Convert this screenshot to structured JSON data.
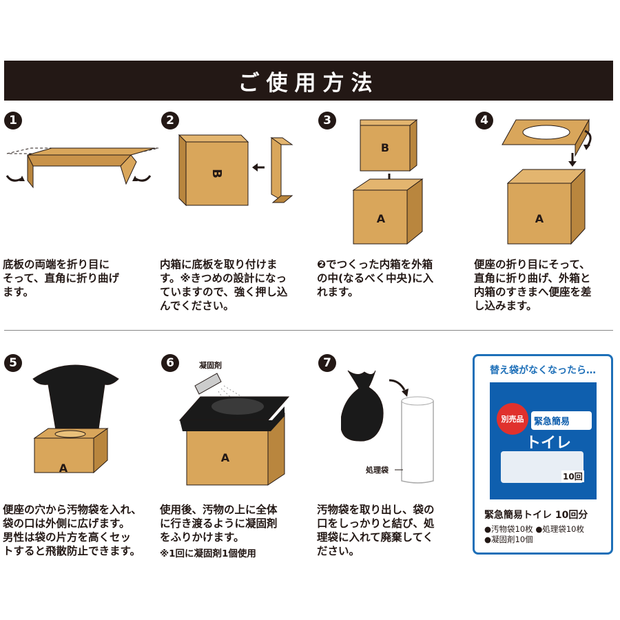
{
  "title": "ご使用方法",
  "steps": [
    {
      "num": "1",
      "text": "底板の両端を折り目に\nそって、直角に折り曲げ\nます。"
    },
    {
      "num": "2",
      "text": "内箱に底板を取り付けま\nす。※きつめの設計になっ\nていますので、強く押し込\nんでください。"
    },
    {
      "num": "3",
      "text": "❷でつくった内箱を外箱\nの中(なるべく中央)に入\nれます。"
    },
    {
      "num": "4",
      "text": "便座の折り目にそって、\n直角に折り曲げ、外箱と\n内箱のすきまへ便座を差\nし込みます。"
    },
    {
      "num": "5",
      "text": "便座の穴から汚物袋を入れ、\n袋の口は外側に広げます。\n男性は袋の片方を高くセッ\nトすると飛散防止できます。"
    },
    {
      "num": "6",
      "text": "使用後、汚物の上に全体\nに行き渡るように凝固剤\nをふりかけます。"
    },
    {
      "num": "7",
      "text": "汚物袋を取り出し、袋の\n口をしっかりと結び、処\n理袋に入れて廃棄してく\nださい。"
    }
  ],
  "step6_note": "※1回に凝固剤1個使用",
  "labels": {
    "box_a": "A",
    "box_b": "B",
    "coagulant": "凝固剤",
    "disposal_bag": "処理袋"
  },
  "product": {
    "header": "替え袋がなくなったら…",
    "badge": "別売品",
    "package_title_1": "緊急簡易",
    "package_title_2": "トイレ",
    "package_count": "10回",
    "name": "緊急簡易トイレ 10回分",
    "contents": "●汚物袋10枚 ●処理袋10枚\n●凝固剤10個"
  },
  "colors": {
    "cardboard": "#d9a65b",
    "cardboard_dark": "#b9863e",
    "dark": "#231815",
    "blue": "#1d6fb8",
    "red": "#e0312d"
  }
}
